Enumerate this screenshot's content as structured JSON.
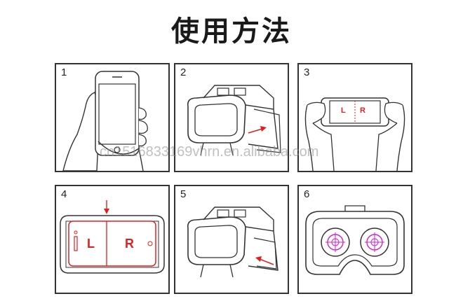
{
  "title": "使用方法",
  "steps": [
    {
      "number": "1"
    },
    {
      "number": "2"
    },
    {
      "number": "3",
      "left": "L",
      "right": "R"
    },
    {
      "number": "4",
      "left": "L",
      "right": "R"
    },
    {
      "number": "5"
    },
    {
      "number": "6"
    }
  ],
  "watermark": "cn1516833169vhrn.en.alibaba.com",
  "colors": {
    "line": "#333333",
    "accent": "#e02020",
    "lens": "#d020d0"
  }
}
